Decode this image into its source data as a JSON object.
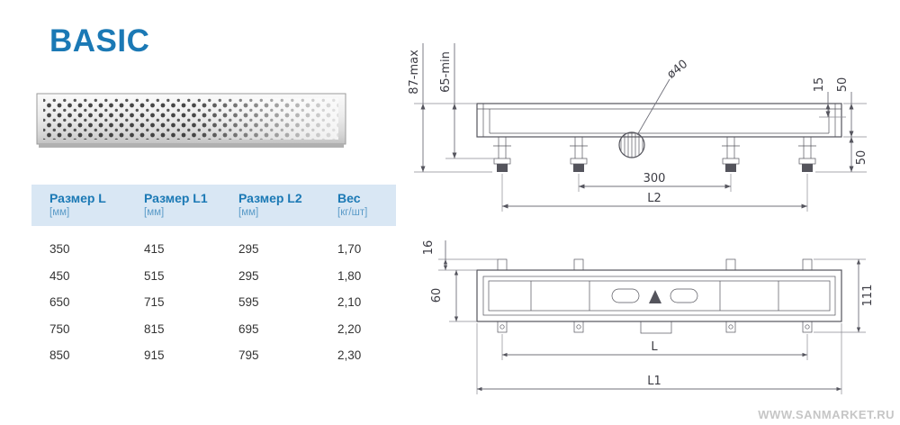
{
  "title": "BASIC",
  "colors": {
    "accent_blue": "#1b79b5",
    "table_header_bg": "#d9e7f4",
    "unit_text_blue": "#5b9bc8",
    "drawing_line_gray": "#54545c",
    "body_text": "#333333",
    "watermark_gray": "#c6c6c6"
  },
  "table": {
    "headers": [
      {
        "label": "Размер L",
        "unit": "[мм]"
      },
      {
        "label": "Размер L1",
        "unit": "[мм]"
      },
      {
        "label": "Размер L2",
        "unit": "[мм]"
      },
      {
        "label": "Вес",
        "unit": "[кг/шт]"
      }
    ],
    "rows": [
      [
        "350",
        "415",
        "295",
        "1,70"
      ],
      [
        "450",
        "515",
        "295",
        "1,80"
      ],
      [
        "650",
        "715",
        "595",
        "2,10"
      ],
      [
        "750",
        "815",
        "695",
        "2,20"
      ],
      [
        "850",
        "915",
        "795",
        "2,30"
      ]
    ]
  },
  "side_view": {
    "height_max": "87-max",
    "height_min": "65-min",
    "drain_diameter": "ø40",
    "grate_height": "15",
    "body_height": "50",
    "leg_height": "50",
    "leg_spacing": "300",
    "length_label": "L2"
  },
  "plan_view": {
    "bracket_offset": "16",
    "channel_width": "60",
    "total_width": "111",
    "length_label": "L",
    "total_length_label": "L1"
  },
  "watermark": "WWW.SANMARKET.RU"
}
